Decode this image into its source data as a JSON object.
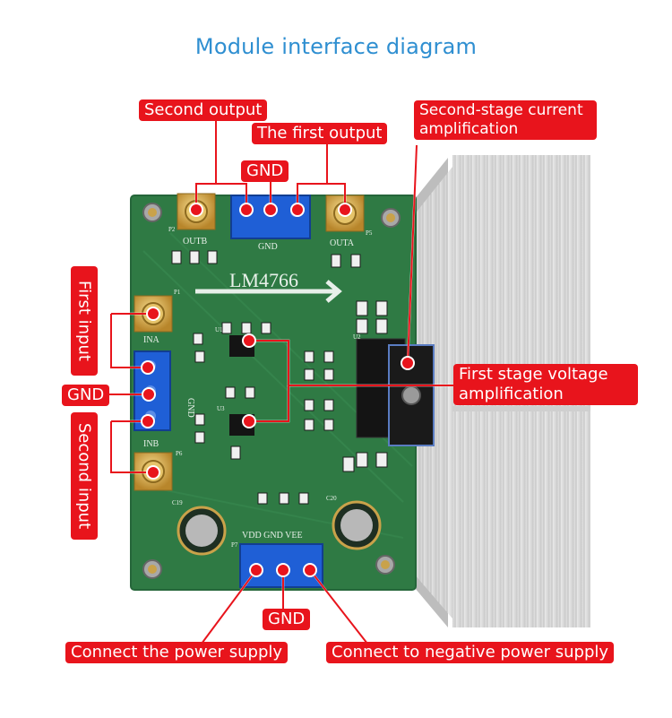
{
  "title": "Module interface diagram",
  "labels": {
    "second_output": "Second output",
    "first_output": "The first output",
    "gnd_top": "GND",
    "second_stage": "Second-stage current amplification",
    "first_input": "First input",
    "gnd_left": "GND",
    "second_input": "Second input",
    "first_stage": "First stage voltage amplification",
    "gnd_bottom": "GND",
    "connect_power": "Connect the power supply",
    "connect_negative": "Connect to negative power supply"
  },
  "silkscreen": {
    "chip": "LM4766",
    "outb": "OUTB",
    "outa": "OUTA",
    "gnd_out": "GND",
    "ina": "INA",
    "inb": "INB",
    "gnd_in": "GND",
    "power": "VDD GND VEE",
    "p1": "P1",
    "p2": "P2",
    "p5": "P5",
    "p6": "P6",
    "p7": "P7",
    "c19": "C19",
    "c20": "C20",
    "u1": "U1",
    "u2": "U2",
    "u3": "U3"
  },
  "colors": {
    "title": "#2f8fd1",
    "label_bg": "#e8141c",
    "pcb": "#2f7a44",
    "heatsink": "#dcdcdc",
    "terminal": "#1f5fd6"
  }
}
